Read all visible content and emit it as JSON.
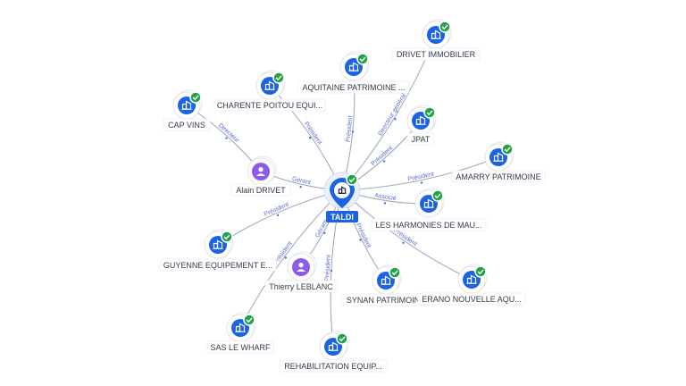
{
  "colors": {
    "edge": "#9aa5b8",
    "edge_label": "#5a6ad0",
    "company": "#1a62e6",
    "person": "#8c5ce6",
    "check": "#22a34a",
    "center": "#1a62e6"
  },
  "center": {
    "id": "taldi",
    "label": "TALDI",
    "icon": "building-icon"
  },
  "nodes": [
    {
      "id": "cap-vins",
      "label": "CAP VINS",
      "type": "company",
      "icon": "building-icon"
    },
    {
      "id": "charente",
      "label": "CHARENTE POITOU EQUI...",
      "type": "company",
      "icon": "building-icon"
    },
    {
      "id": "aquitaine",
      "label": "AQUITAINE PATRIMOINE ...",
      "type": "company",
      "icon": "building-icon"
    },
    {
      "id": "drivet-immo",
      "label": "DRIVET IMMOBILIER",
      "type": "company",
      "icon": "building-icon"
    },
    {
      "id": "jpat",
      "label": "JPAT",
      "type": "company",
      "icon": "building-icon"
    },
    {
      "id": "amarry",
      "label": "AMARRY PATRIMOINE",
      "type": "company",
      "icon": "building-icon"
    },
    {
      "id": "harmonies",
      "label": "LES HARMONIES DE MAU...",
      "type": "company",
      "icon": "building-icon"
    },
    {
      "id": "alain",
      "label": "Alain DRIVET",
      "type": "person",
      "icon": "person-icon"
    },
    {
      "id": "guyenne",
      "label": "GUYENNE EQUIPEMENT E...",
      "type": "company",
      "icon": "building-icon"
    },
    {
      "id": "thierry",
      "label": "Thierry LEBLANC",
      "type": "person",
      "icon": "person-icon"
    },
    {
      "id": "synan",
      "label": "SYNAN PATRIMOINE",
      "type": "company",
      "icon": "building-icon"
    },
    {
      "id": "nouvelle",
      "label": "ERANO NOUVELLE AQU...",
      "type": "company",
      "icon": "building-icon"
    },
    {
      "id": "wharf",
      "label": "SAS LE WHARF",
      "type": "company",
      "icon": "building-icon"
    },
    {
      "id": "rehab",
      "label": "REHABILITATION EQUIP...",
      "type": "company",
      "icon": "building-icon"
    }
  ],
  "edges": [
    {
      "from": "alain",
      "to": "cap-vins",
      "label": "Directeur"
    },
    {
      "from": "taldi",
      "to": "charente",
      "label": "Président"
    },
    {
      "from": "taldi",
      "to": "aquitaine",
      "label": "Président"
    },
    {
      "from": "taldi",
      "to": "drivet-immo",
      "label": "Directeur général"
    },
    {
      "from": "taldi",
      "to": "jpat",
      "label": "Président"
    },
    {
      "from": "taldi",
      "to": "amarry",
      "label": "Président"
    },
    {
      "from": "taldi",
      "to": "harmonies",
      "label": "Associé"
    },
    {
      "from": "alain",
      "to": "taldi",
      "label": "Gérant"
    },
    {
      "from": "taldi",
      "to": "guyenne",
      "label": "Président"
    },
    {
      "from": "thierry",
      "to": "taldi",
      "label": "Gérant"
    },
    {
      "from": "taldi",
      "to": "synan",
      "label": "Président"
    },
    {
      "from": "taldi",
      "to": "nouvelle",
      "label": "Président"
    },
    {
      "from": "taldi",
      "to": "wharf",
      "label": "Président"
    },
    {
      "from": "taldi",
      "to": "rehab",
      "label": "Président"
    }
  ]
}
